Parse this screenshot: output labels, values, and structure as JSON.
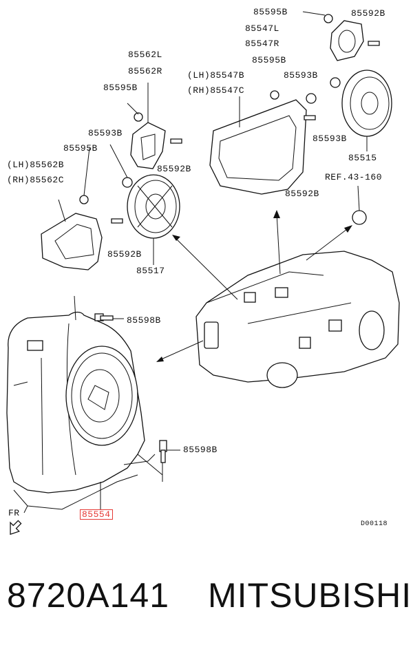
{
  "diagram": {
    "labels": {
      "l_85595B_top": "85595B",
      "l_85592B_top": "85592B",
      "l_85547L": "85547L",
      "l_85547R": "85547R",
      "l_85562L": "85562L",
      "l_85562R": "85562R",
      "l_85595B_mid": "85595B",
      "l_LH_85547B": "(LH)85547B",
      "l_RH_85547C": "(RH)85547C",
      "l_85595B_left": "85595B",
      "l_85593B_mid": "85593B",
      "l_85593B_left": "85593B",
      "l_85595B_left2": "85595B",
      "l_85592B_midleft": "85592B",
      "l_85593B_right": "85593B",
      "l_85515": "85515",
      "l_LH_85562B": "(LH)85562B",
      "l_RH_85562C": "(RH)85562C",
      "l_REF": "REF.43-160",
      "l_85592B_mid": "85592B",
      "l_85592B_low": "85592B",
      "l_85517": "85517",
      "l_85598B_top": "85598B",
      "l_85598B_low": "85598B",
      "l_85554": "85554",
      "l_FR": "FR",
      "l_D00118": "D00118"
    }
  },
  "footer": {
    "part_number": "8720A141",
    "brand": "MITSUBISHI"
  }
}
